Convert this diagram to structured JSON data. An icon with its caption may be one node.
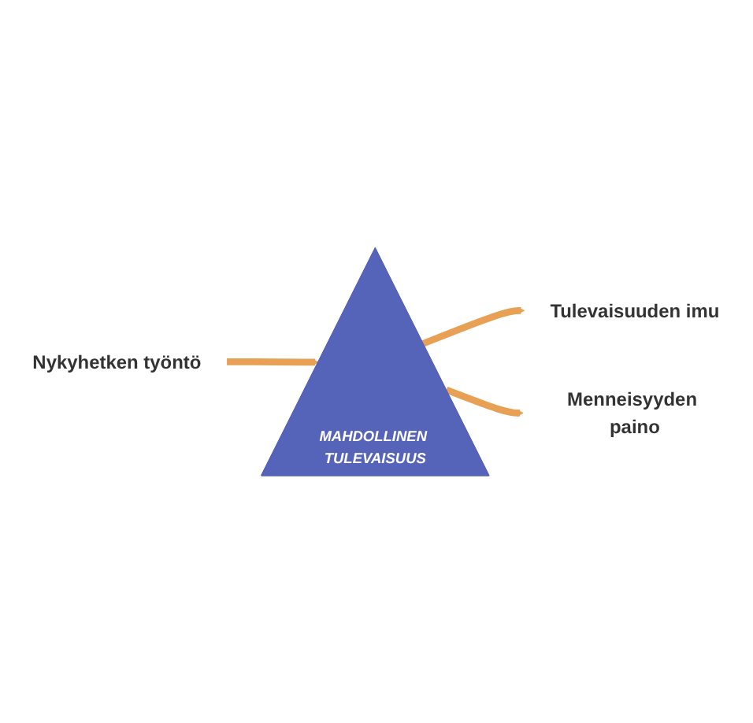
{
  "diagram": {
    "nodes": [
      {
        "text": [
          "Nykyhetken työntö"
        ]
      },
      {
        "text": [
          "Tulevaisuuden imu"
        ]
      },
      {
        "text": [
          "MAHDOLLINEN TULEVAISUUS"
        ]
      },
      {
        "text": [
          "Menneisyyden paino"
        ]
      }
    ],
    "edges": [
      {
        "from": 0,
        "to": 2,
        "arrow": "to"
      },
      {
        "from": 2,
        "to": 1,
        "arrow": "to"
      },
      {
        "from": 2,
        "to": 3,
        "arrow": "to"
      }
    ]
  }
}
